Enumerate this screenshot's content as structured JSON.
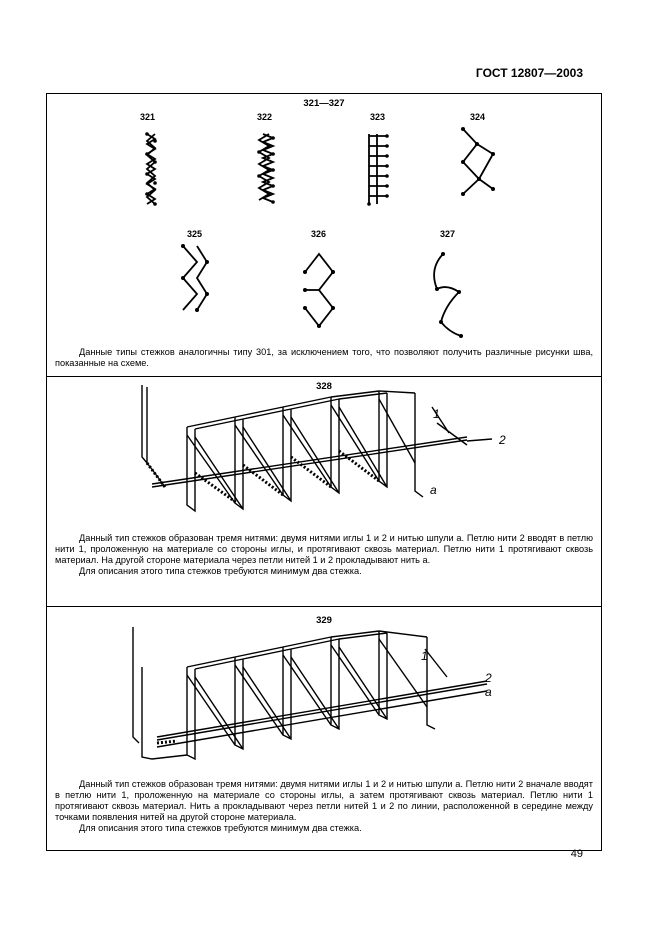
{
  "header": {
    "doc": "ГОСТ 12807—2003"
  },
  "section1": {
    "title": "321—327",
    "labels": [
      "321",
      "322",
      "323",
      "324",
      "325",
      "326",
      "327"
    ],
    "text": "Данные типы стежков аналогичны типу 301, за исключением того, что позволяют получить различные рисунки шва, показанные на схеме."
  },
  "section2": {
    "title": "328",
    "thread_labels": {
      "t1": "1",
      "t2": "2",
      "ta": "а"
    },
    "para1": "Данный тип стежков образован тремя нитями: двумя нитями иглы 1 и 2 и нитью шпули а. Петлю нити 2 вводят в петлю нити 1, проложенную на материале со стороны иглы, и протягивают сквозь материал. Петлю нити 1 протягивают сквозь материал. На другой стороне материала через петли нитей 1 и 2 прокладывают нить а.",
    "para2": "Для описания этого типа стежков требуются минимум два стежка."
  },
  "section3": {
    "title": "329",
    "thread_labels": {
      "t1": "1",
      "t2": "2",
      "ta": "а"
    },
    "para1": "Данный тип стежков образован тремя нитями: двумя нитями иглы 1 и 2 и нитью шпули а. Петлю нити 2 вначале вводят в петлю нити 1, проложенную на материале со стороны иглы, а затем протягивают сквозь материал. Петлю нити 1 протягивают сквозь материал. Нить а прокладывают через петли нитей 1 и 2 по линии, расположенной в середине между точками появления нитей на другой стороне материала.",
    "para2": "Для описания этого типа стежков требуются минимум два стежка."
  },
  "footer": {
    "page": "49"
  }
}
